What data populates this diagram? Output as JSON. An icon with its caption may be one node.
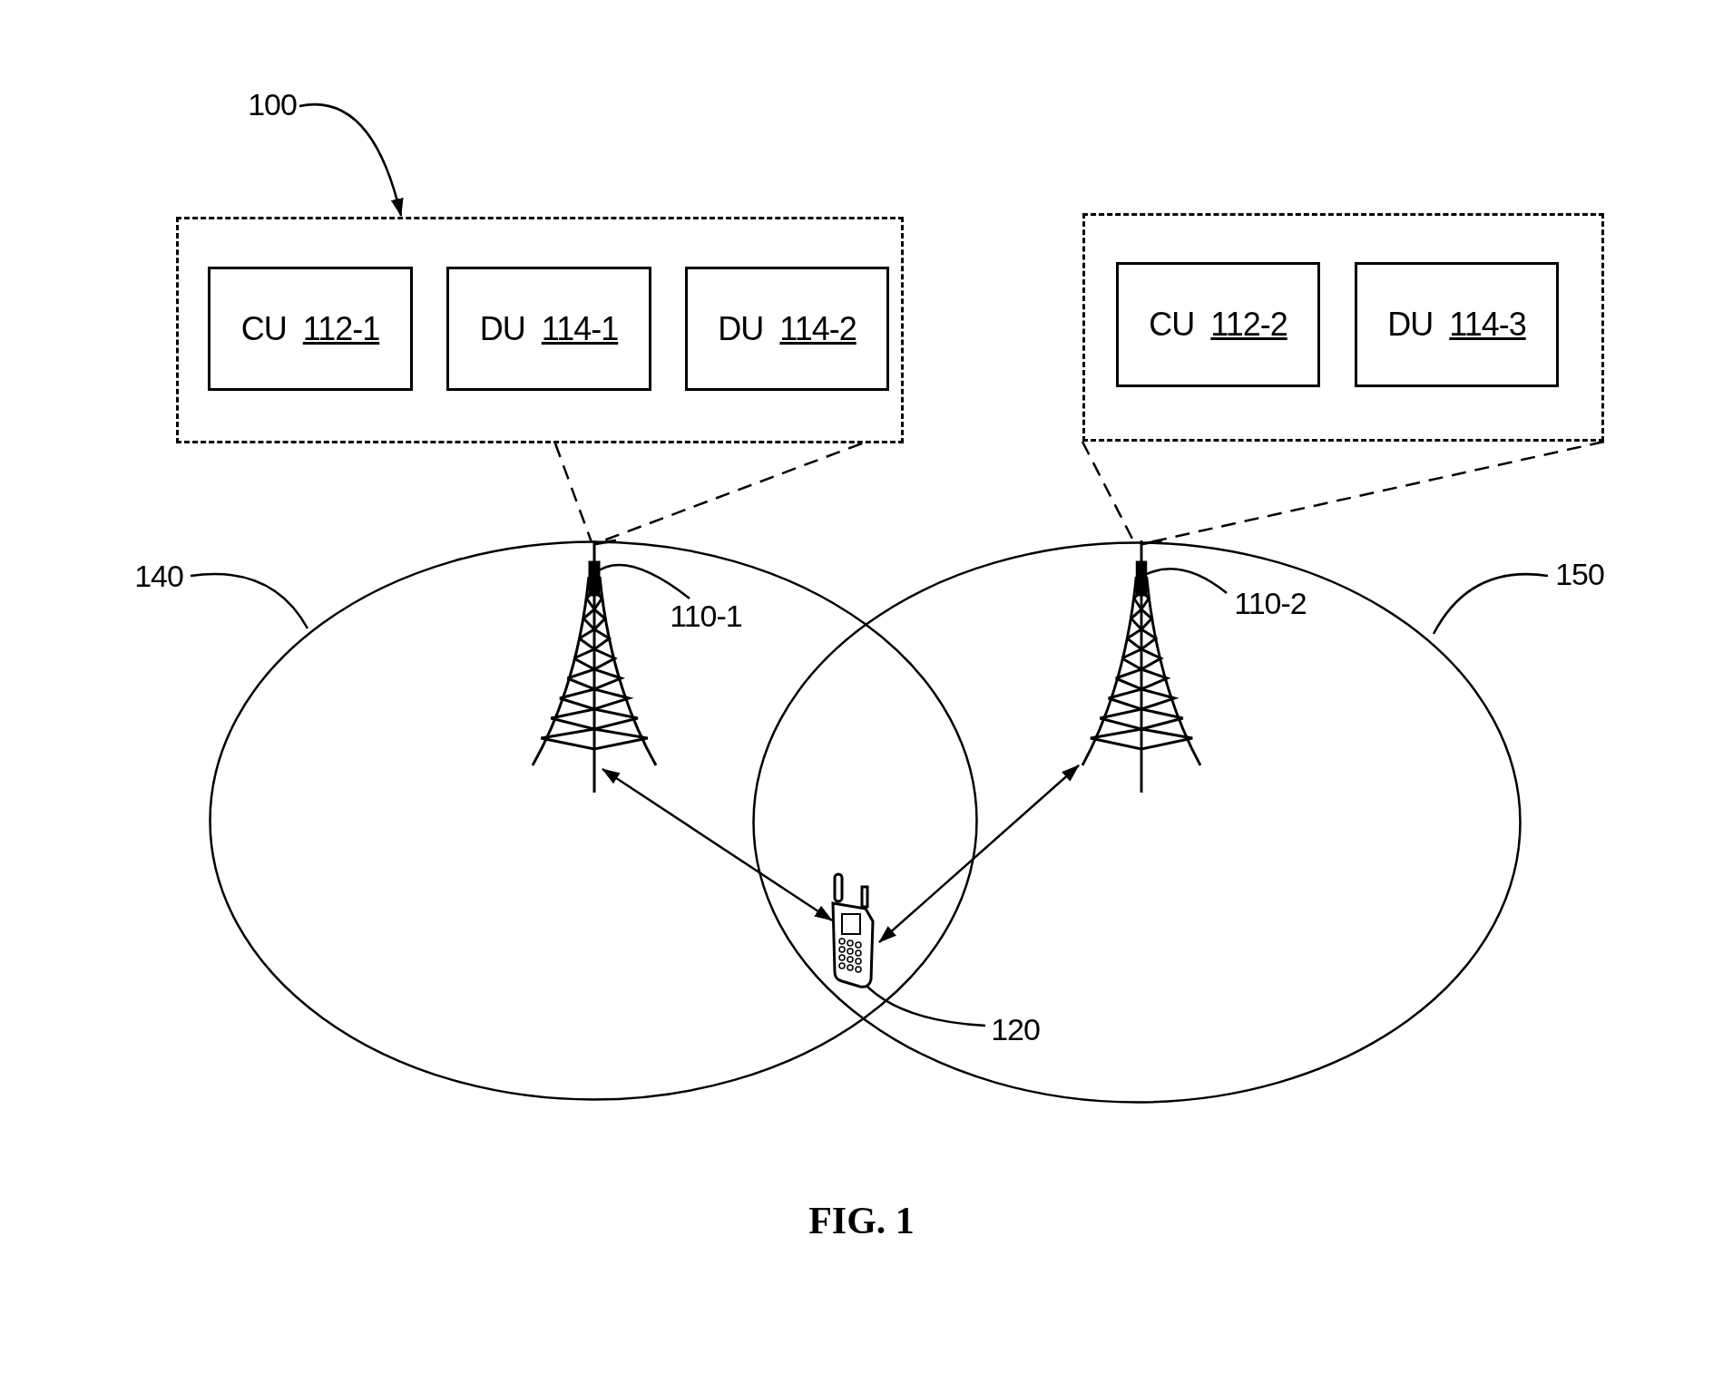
{
  "diagram": {
    "caption": "FIG. 1",
    "nodes": [
      {
        "text": [
          "100"
        ]
      },
      {
        "text": [],
        "shape": "box"
      },
      {
        "text": [
          "CU 112-1"
        ],
        "in": 1
      },
      {
        "text": [
          "DU 114-1"
        ],
        "in": 1
      },
      {
        "text": [
          "DU 114-2"
        ],
        "in": 1
      },
      {
        "text": [],
        "shape": "box"
      },
      {
        "text": [
          "CU 112-2"
        ],
        "in": 5
      },
      {
        "text": [
          "DU 114-3"
        ],
        "in": 5
      },
      {
        "text": [
          "140"
        ]
      },
      {
        "text": [],
        "shape": "ellipse"
      },
      {
        "text": [],
        "shape": "picture",
        "in": 9
      },
      {
        "text": [
          "110-1"
        ],
        "in": 9
      },
      {
        "text": [
          "150"
        ]
      },
      {
        "text": [],
        "shape": "ellipse"
      },
      {
        "text": [],
        "shape": "picture",
        "in": 13
      },
      {
        "text": [
          "110-2"
        ],
        "in": 13
      },
      {
        "text": [],
        "shape": "picture"
      },
      {
        "text": [
          "120"
        ],
        "in": 13
      }
    ],
    "edges": [
      {
        "from": 0,
        "to": 1,
        "arrow": "to"
      },
      {
        "from": 1,
        "to": 10,
        "arrow": "none",
        "style": "dashed"
      },
      {
        "from": 1,
        "to": 10,
        "arrow": "none",
        "style": "dashed"
      },
      {
        "from": 5,
        "to": 14,
        "arrow": "none",
        "style": "dashed"
      },
      {
        "from": 5,
        "to": 14,
        "arrow": "none",
        "style": "dashed"
      },
      {
        "from": 8,
        "to": 9,
        "arrow": "none"
      },
      {
        "from": 11,
        "to": 10,
        "arrow": "none"
      },
      {
        "from": 12,
        "to": 13,
        "arrow": "none"
      },
      {
        "from": 15,
        "to": 14,
        "arrow": "none"
      },
      {
        "from": 10,
        "to": 16,
        "arrow": "both"
      },
      {
        "from": 14,
        "to": 16,
        "arrow": "both"
      },
      {
        "from": 17,
        "to": 16,
        "arrow": "none"
      }
    ]
  }
}
